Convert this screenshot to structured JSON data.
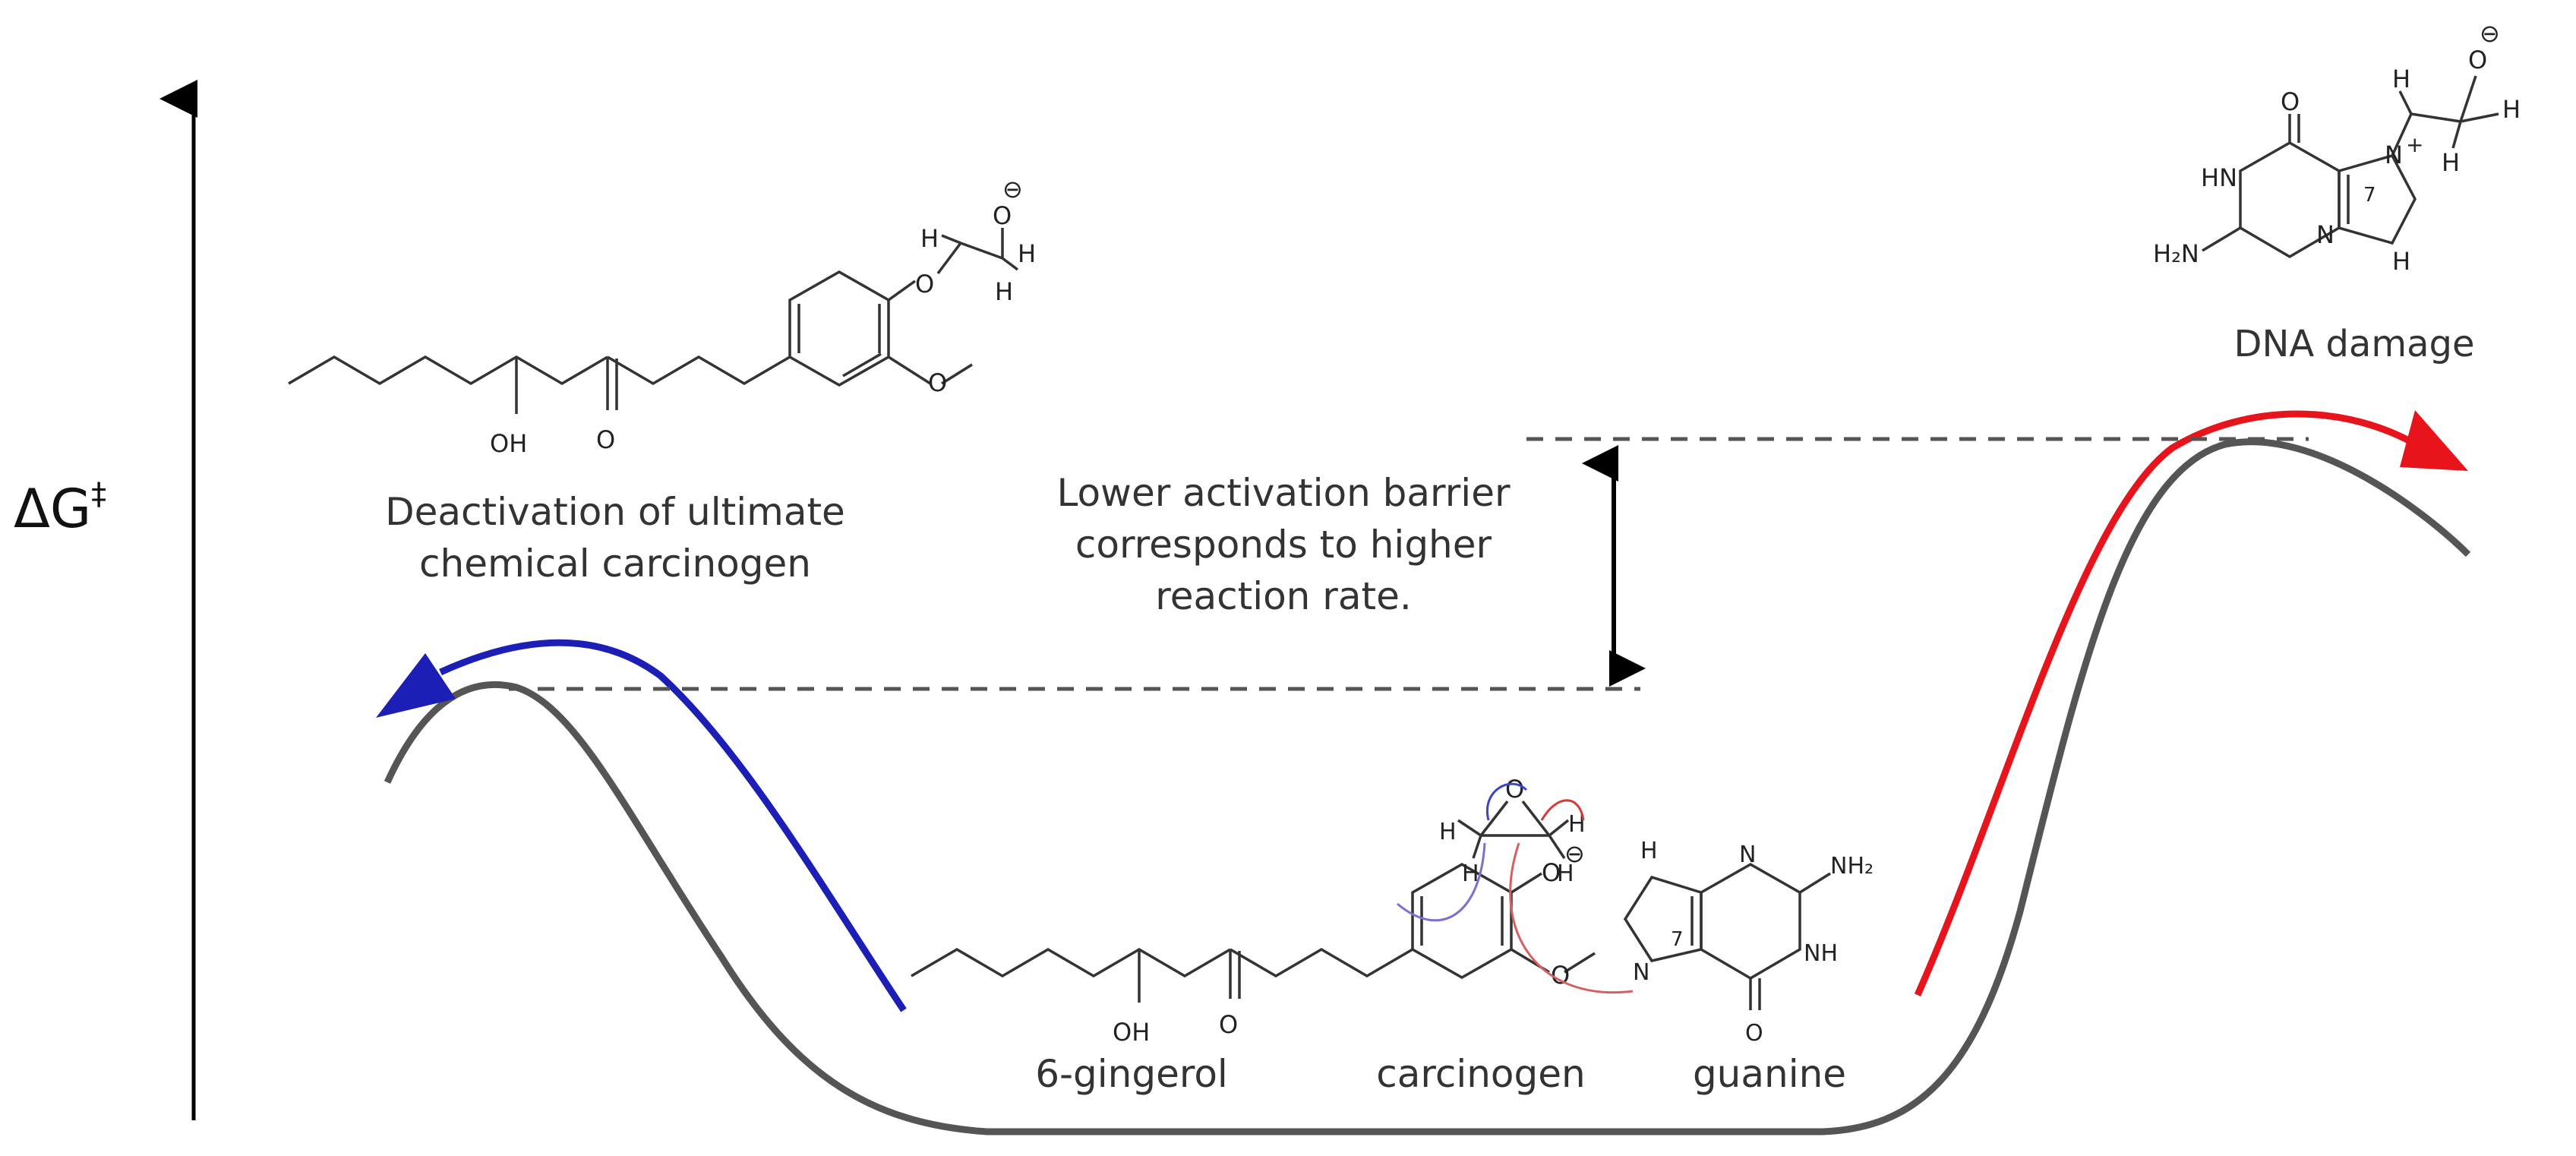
{
  "axis": {
    "symbol": "ΔG",
    "superscript": "‡"
  },
  "labels": {
    "deactivation_line1": "Deactivation of ultimate",
    "deactivation_line2": "chemical carcinogen",
    "barrier_line1": "Lower activation barrier",
    "barrier_line2": "corresponds to higher",
    "barrier_line3": "reaction rate.",
    "dna_damage": "DNA damage",
    "gingerol": "6-gingerol",
    "carcinogen": "carcinogen",
    "guanine": "guanine"
  },
  "atoms": {
    "O": "O",
    "H": "H",
    "OH": "OH",
    "HN": "HN",
    "NH": "NH",
    "N": "N",
    "N_plus": "N",
    "plus": "+",
    "minus": "⊖",
    "seven": "7",
    "H2N": "H₂N",
    "NH2": "NH₂"
  },
  "colors": {
    "curve": "#555555",
    "blue_arrow": "#1c1fb5",
    "red_arrow": "#e8141b",
    "dashed": "#555555",
    "axis": "#000000",
    "bond": "#333333"
  }
}
